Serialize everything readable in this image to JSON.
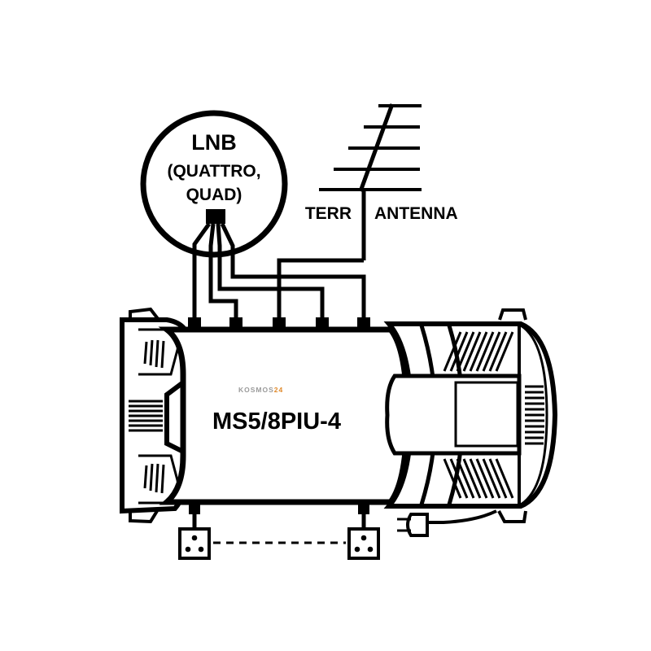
{
  "lnb": {
    "title": "LNB",
    "line2": "(QUATTRO,",
    "line3": "QUAD)"
  },
  "antenna": {
    "label_left": "TERR",
    "label_right": "ANTENNA"
  },
  "device": {
    "brand_prefix": "KOSMOS",
    "brand_suffix": "24",
    "model": "MS5/8PIU-4"
  },
  "colors": {
    "line": "#000000",
    "brand_prefix": "#9a9a9a",
    "brand_suffix": "#e0892a"
  }
}
